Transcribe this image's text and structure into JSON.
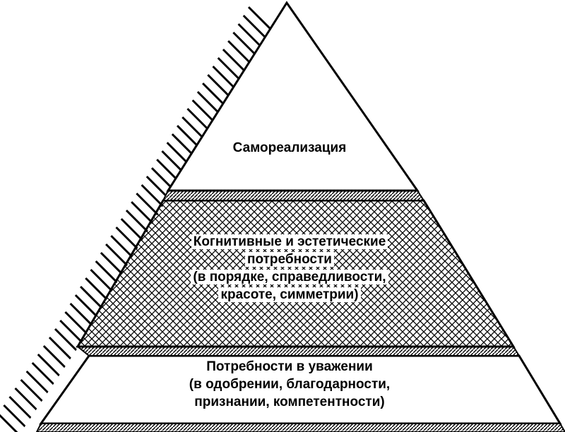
{
  "diagram": {
    "levels": [
      {
        "id": "top",
        "fill": "plain",
        "lines": [
          "Самореализация"
        ]
      },
      {
        "id": "middle",
        "fill": "crosshatch",
        "lines": [
          "Когнитивные и эстетические",
          "потребности",
          "(в порядке, справедливости,",
          "красоте, симметрии)"
        ]
      },
      {
        "id": "bottom",
        "fill": "plain",
        "lines": [
          "Потребности в  уважении",
          "(в одобрении, благодарности,",
          "признании,   компетентности)"
        ]
      }
    ],
    "colors": {
      "ink": "#000000",
      "paper": "#ffffff"
    }
  }
}
